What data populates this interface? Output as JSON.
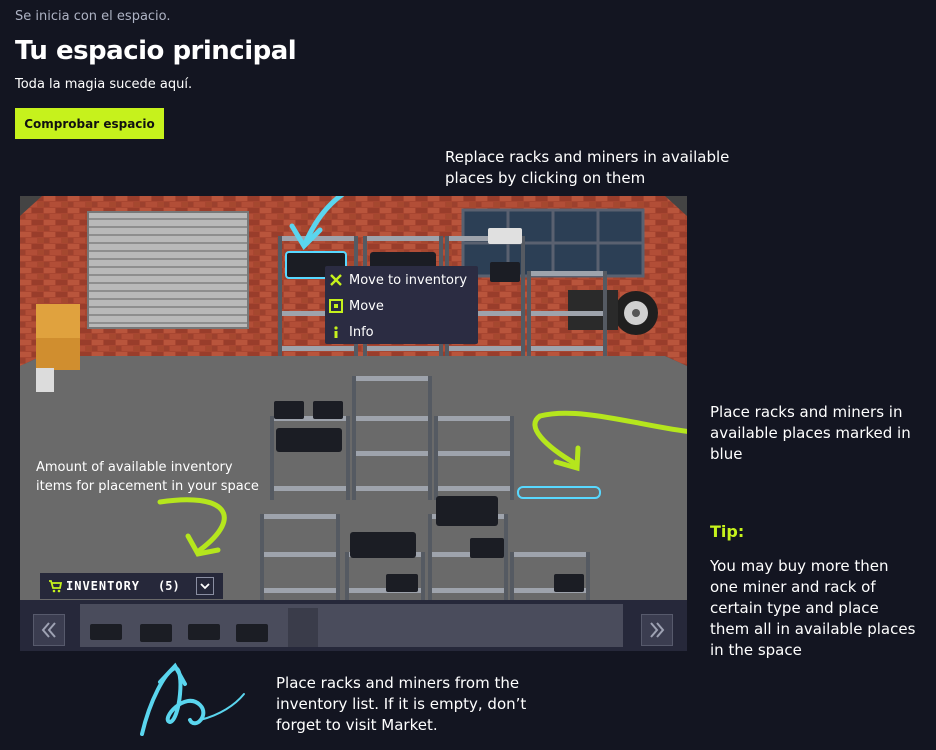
{
  "header": {
    "kicker": "Se inicia con el espacio.",
    "title": "Tu espacio principal",
    "subtitle": "Toda la magia sucede aquí.",
    "cta_label": "Comprobar espacio"
  },
  "annotations": {
    "replace": [
      "Replace racks and miners in available",
      "places by clicking on them"
    ],
    "place_blue": [
      "Place racks and miners in",
      "available places marked in",
      "blue"
    ],
    "inventory_amount": [
      "Amount of available inventory",
      "items for placement in your space"
    ],
    "tip_title": "Tip:",
    "tip_text": [
      "You may buy more then",
      "one miner and rack of",
      "certain type and place",
      "them all in available places",
      "in the space"
    ],
    "place_list": [
      "Place racks and miners from the",
      "inventory list. If it is empty, don’t",
      "forget to visit Market."
    ]
  },
  "context_menu": {
    "items": [
      {
        "label": "Move to inventory",
        "icon": "move-to-inventory-icon"
      },
      {
        "label": "Move",
        "icon": "move-icon"
      },
      {
        "label": "Info",
        "icon": "info-icon"
      }
    ]
  },
  "inventory": {
    "label": "INVENTORY",
    "count": "(5)",
    "prev_icon": "chevron-double-left-icon",
    "next_icon": "chevron-double-right-icon",
    "toggle_icon": "chevron-down-icon",
    "item_count": 5
  },
  "colors": {
    "background": "#131521",
    "accent": "#c6f21c",
    "arrow_cyan": "#5ad5ee",
    "arrow_green": "#b5e61d",
    "brick": "#a84631",
    "floor": "#6a6a6a",
    "highlight_blue": "#58d8ff"
  }
}
